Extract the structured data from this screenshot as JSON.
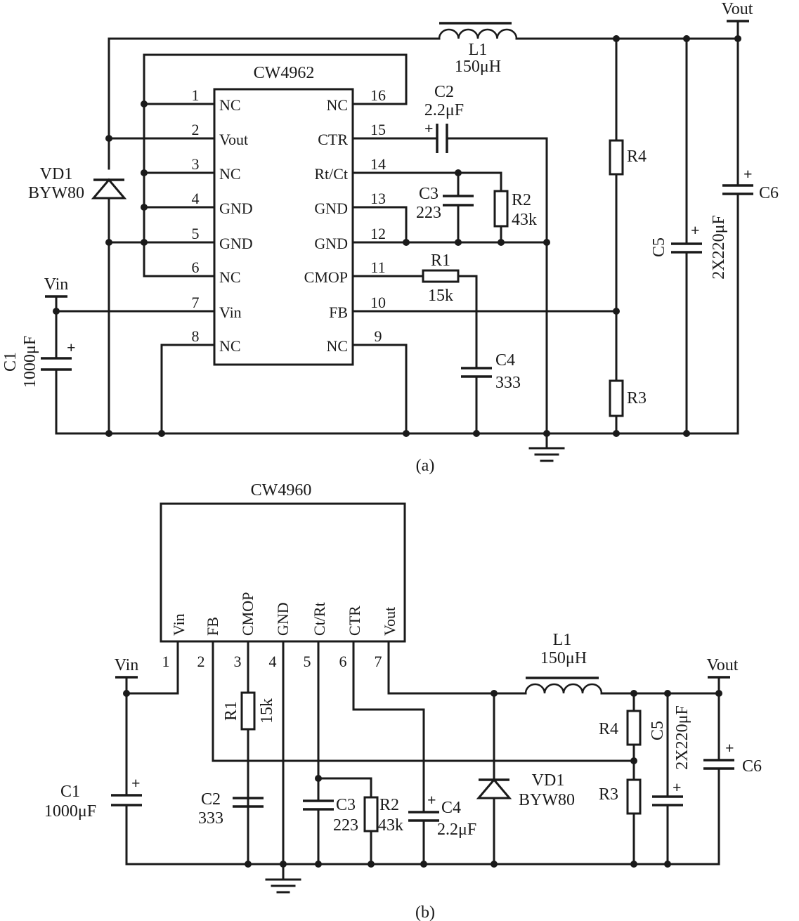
{
  "circuit_a": {
    "caption": "(a)",
    "chip_name": "CW4962",
    "left_pins": [
      {
        "num": "1",
        "name": "NC"
      },
      {
        "num": "2",
        "name": "Vout"
      },
      {
        "num": "3",
        "name": "NC"
      },
      {
        "num": "4",
        "name": "GND"
      },
      {
        "num": "5",
        "name": "GND"
      },
      {
        "num": "6",
        "name": "NC"
      },
      {
        "num": "7",
        "name": "Vin"
      },
      {
        "num": "8",
        "name": "NC"
      }
    ],
    "right_pins": [
      {
        "num": "16",
        "name": "NC"
      },
      {
        "num": "15",
        "name": "CTR"
      },
      {
        "num": "14",
        "name": "Rt/Ct"
      },
      {
        "num": "13",
        "name": "GND"
      },
      {
        "num": "12",
        "name": "GND"
      },
      {
        "num": "11",
        "name": "CMOP"
      },
      {
        "num": "10",
        "name": "FB"
      },
      {
        "num": "9",
        "name": "NC"
      }
    ],
    "L1": {
      "name": "L1",
      "value": "150μH"
    },
    "C2": {
      "name": "C2",
      "value": "2.2μF"
    },
    "C3": {
      "name": "C3",
      "value": "223"
    },
    "R2": {
      "name": "R2",
      "value": "43k"
    },
    "R1": {
      "name": "R1",
      "value": "15k"
    },
    "C4": {
      "name": "C4",
      "value": "333"
    },
    "VD1": {
      "name": "VD1",
      "value": "BYW80"
    },
    "C1": {
      "name": "C1",
      "value": "1000μF"
    },
    "R4": {
      "name": "R4"
    },
    "R3": {
      "name": "R3"
    },
    "C5": {
      "name": "C5",
      "value": "2X220μF"
    },
    "C6": {
      "name": "C6"
    },
    "vin": "Vin",
    "vout": "Vout",
    "plus": "+"
  },
  "circuit_b": {
    "caption": "(b)",
    "chip_name": "CW4960",
    "pins": [
      {
        "num": "1",
        "name": "Vin"
      },
      {
        "num": "2",
        "name": "FB"
      },
      {
        "num": "3",
        "name": "CMOP"
      },
      {
        "num": "4",
        "name": "GND"
      },
      {
        "num": "5",
        "name": "Ct/Rt"
      },
      {
        "num": "6",
        "name": "CTR"
      },
      {
        "num": "7",
        "name": "Vout"
      }
    ],
    "L1": {
      "name": "L1",
      "value": "150μH"
    },
    "R1": {
      "name": "R1",
      "value": "15k"
    },
    "C2": {
      "name": "C2",
      "value": "333"
    },
    "C3": {
      "name": "C3",
      "value": "223"
    },
    "R2": {
      "name": "R2",
      "value": "43k"
    },
    "C4": {
      "name": "C4",
      "value": "2.2μF"
    },
    "VD1": {
      "name": "VD1",
      "value": "BYW80"
    },
    "C1": {
      "name": "C1",
      "value": "1000μF"
    },
    "R4": {
      "name": "R4"
    },
    "R3": {
      "name": "R3"
    },
    "C5": {
      "name": "C5",
      "value": "2X220μF"
    },
    "C6": {
      "name": "C6"
    },
    "vin": "Vin",
    "vout": "Vout",
    "plus": "+"
  }
}
